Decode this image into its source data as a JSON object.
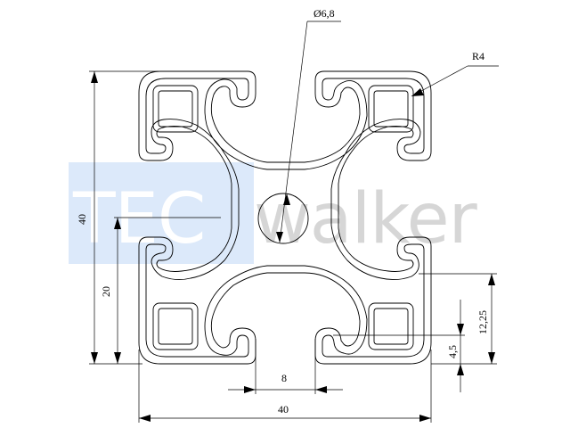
{
  "watermark": {
    "text_primary": "TEC",
    "text_secondary": "walker",
    "box_color": "#dce9fa",
    "primary_color": "#ffffff",
    "secondary_color": "#d6d6d6"
  },
  "dimensions": {
    "hole_diameter": "Ø6,8",
    "corner_radius": "R4",
    "height_total": "40",
    "height_center": "20",
    "width_total": "40",
    "slot_width": "8",
    "slot_depth": "4,5",
    "slot_offset": "12,25"
  },
  "colors": {
    "line": "#000000",
    "background": "#ffffff"
  }
}
